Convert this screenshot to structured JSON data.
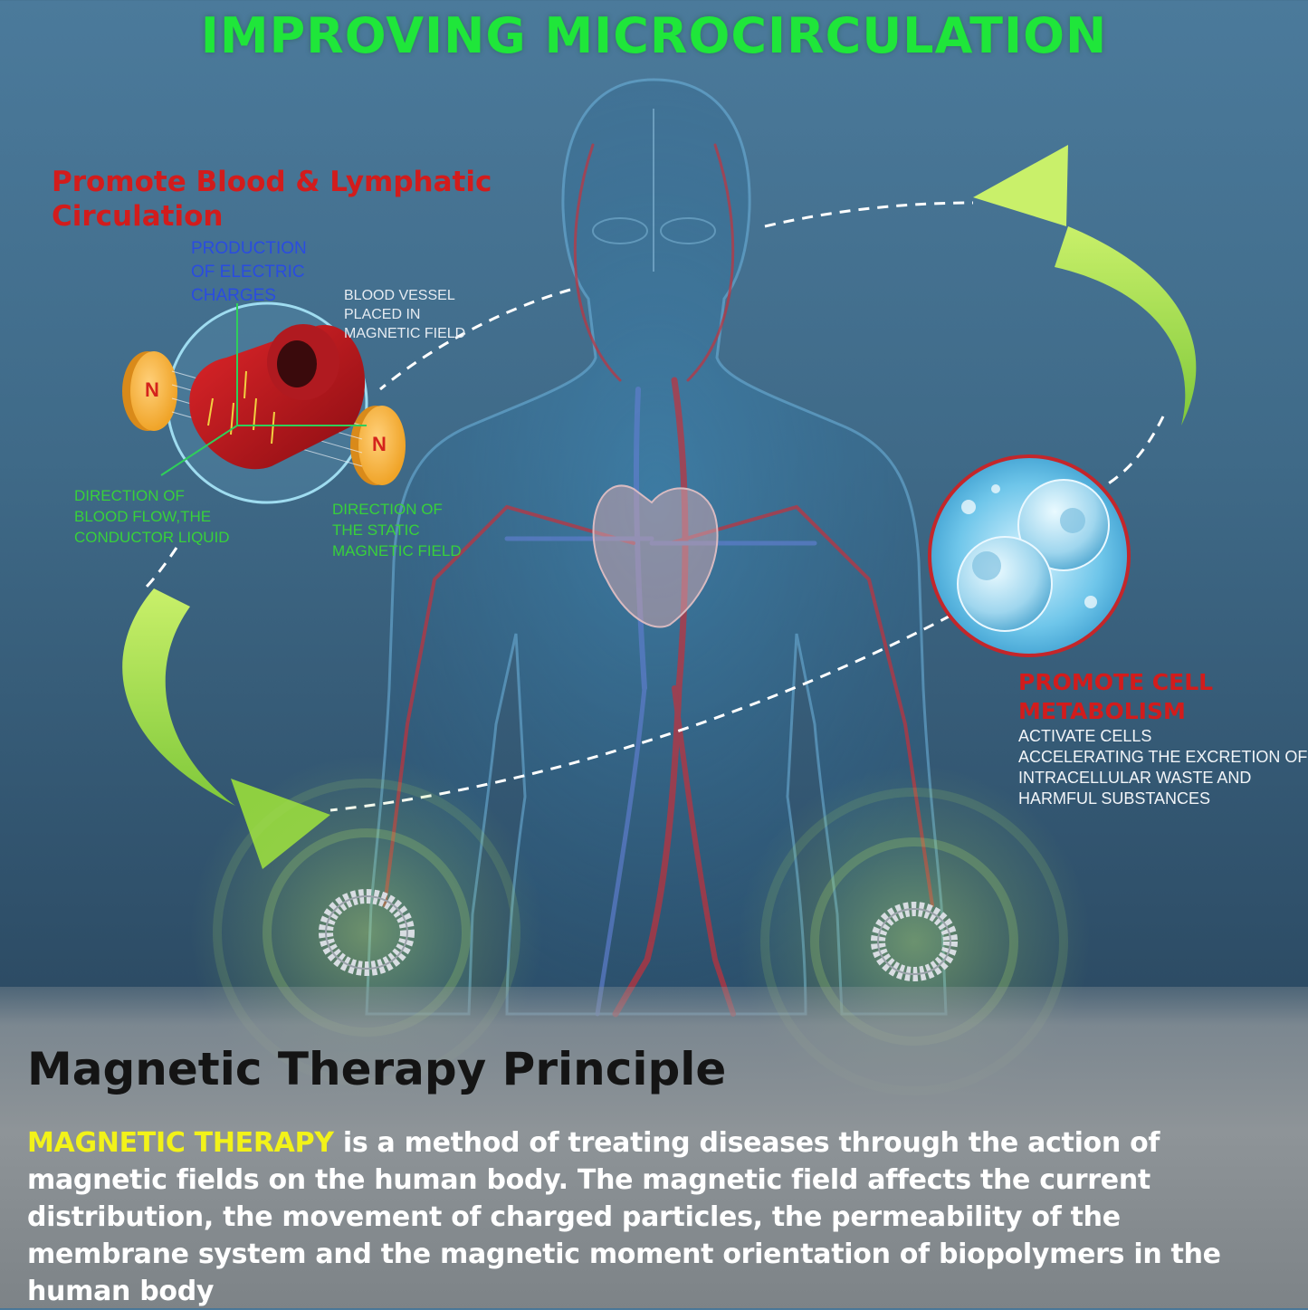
{
  "title": "IMPROVING MICROCIRCULATION",
  "blood_section": {
    "heading_line1": "Promote Blood & Lymphatic",
    "heading_line2": "Circulation",
    "charges_label": [
      "PRODUCTION",
      "OF ELECTRIC",
      "CHARGES"
    ],
    "vessel_label": [
      "BLOOD VESSEL",
      "PLACED IN",
      "MAGNETIC FIELD"
    ],
    "flow_label": [
      "DIRECTION OF",
      "BLOOD FLOW,THE",
      "CONDUCTOR LIQUID"
    ],
    "field_label": [
      "DIRECTION OF",
      "THE STATIC",
      "MAGNETIC FIELD"
    ],
    "magnet_left": "N",
    "magnet_right": "N"
  },
  "cell_section": {
    "heading_line1": "PROMOTE CELL",
    "heading_line2": "METABOLISM",
    "desc": [
      "ACTIVATE CELLS",
      "ACCELERATING THE EXCRETION OF",
      "INTRACELLULAR WASTE AND",
      "HARMFUL SUBSTANCES"
    ]
  },
  "principle": {
    "title": "Magnetic Therapy Principle",
    "highlight": "MAGNETIC THERAPY",
    "body": " is a method of treating diseases through the action of magnetic fields on the human body. The magnetic field affects the current distribution, the movement of charged particles, the permeability of the membrane system and the magnetic moment orientation of biopolymers in the human body"
  },
  "colors": {
    "title_green": "#1fe63a",
    "heading_red": "#d21c1c",
    "caption_blue": "#2a4ce0",
    "caption_green": "#38d13a",
    "highlight_yellow": "#f2f219",
    "arrow_green": "#9fe040"
  }
}
